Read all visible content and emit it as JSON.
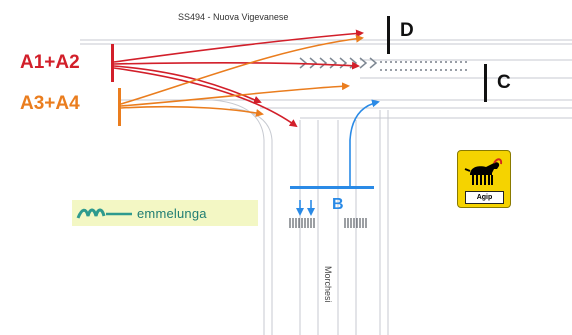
{
  "road_name": "SS494 - Nuova Vigevanese",
  "approaches": {
    "a1_a2": {
      "label": "A1+A2",
      "color": "#d21f2a"
    },
    "a3_a4": {
      "label": "A3+A4",
      "color": "#ea7d1e"
    }
  },
  "lanes": {
    "b": "B",
    "c": "C",
    "d": "D"
  },
  "colors": {
    "lane_b": "#2a8ae6",
    "road_edge": "#b8bcc4",
    "lane_marking": "#4a4a4a"
  },
  "side_street": "Morchesi",
  "landmarks": {
    "emmelunga": {
      "label": "emmelunga",
      "icon": "emmelunga-logo-icon"
    },
    "agip": {
      "label": "Agip",
      "icon": "agip-six-legged-dog-icon"
    }
  }
}
